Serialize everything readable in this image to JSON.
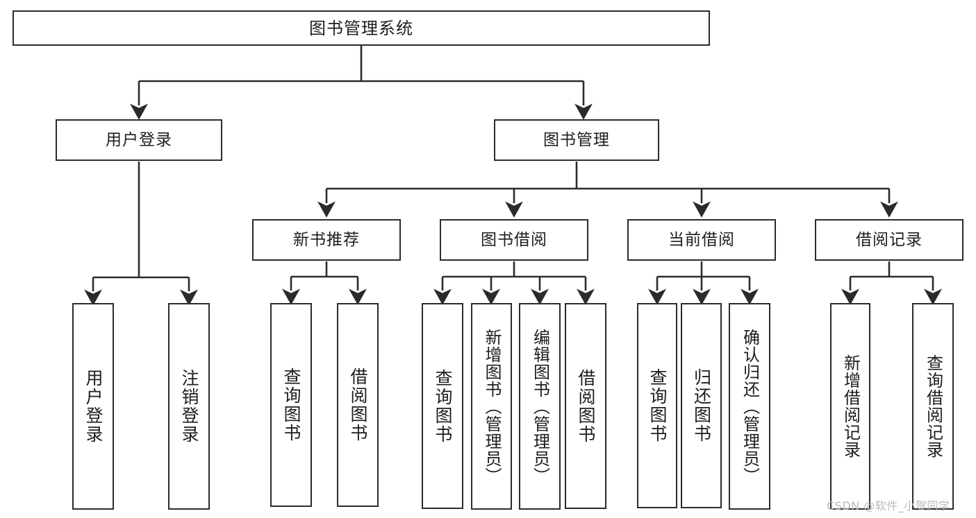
{
  "diagram": {
    "title_text": "图书管理系统",
    "type": "tree-hierarchy-chart",
    "stroke_color": "#2b2b2b",
    "background_color": "#ffffff",
    "text_color": "#1d1d1d",
    "watermark": "CSDN @软件_小贺同学",
    "levels": {
      "root": {
        "label": "图书管理系统"
      },
      "level2": [
        {
          "id": "user-login",
          "label": "用户登录"
        },
        {
          "id": "book-manage",
          "label": "图书管理"
        }
      ],
      "level3": [
        {
          "id": "new-book-recommend",
          "label": "新书推荐"
        },
        {
          "id": "book-borrow",
          "label": "图书借阅"
        },
        {
          "id": "current-borrow",
          "label": "当前借阅"
        },
        {
          "id": "borrow-record",
          "label": "借阅记录"
        }
      ],
      "leaves": {
        "user-login": [
          {
            "id": "leaf-user-login",
            "label": "用户登录"
          },
          {
            "id": "leaf-logout-login",
            "label": "注销登录"
          }
        ],
        "new-book-recommend": [
          {
            "id": "leaf-query-book-1",
            "label": "查询图书"
          },
          {
            "id": "leaf-borrow-book-1",
            "label": "借阅图书"
          }
        ],
        "book-borrow": [
          {
            "id": "leaf-query-book-2",
            "label": "查询图书"
          },
          {
            "id": "leaf-add-book",
            "label": "新增图书（管理员）"
          },
          {
            "id": "leaf-edit-book",
            "label": "编辑图书（管理员）"
          },
          {
            "id": "leaf-borrow-book-2",
            "label": "借阅图书"
          }
        ],
        "current-borrow": [
          {
            "id": "leaf-query-book-3",
            "label": "查询图书"
          },
          {
            "id": "leaf-return-book",
            "label": "归还图书"
          },
          {
            "id": "leaf-confirm-return",
            "label": "确认归还（管理员）"
          }
        ],
        "borrow-record": [
          {
            "id": "leaf-add-record",
            "label": "新增借阅记录"
          },
          {
            "id": "leaf-query-record",
            "label": "查询借阅记录"
          }
        ]
      }
    }
  }
}
